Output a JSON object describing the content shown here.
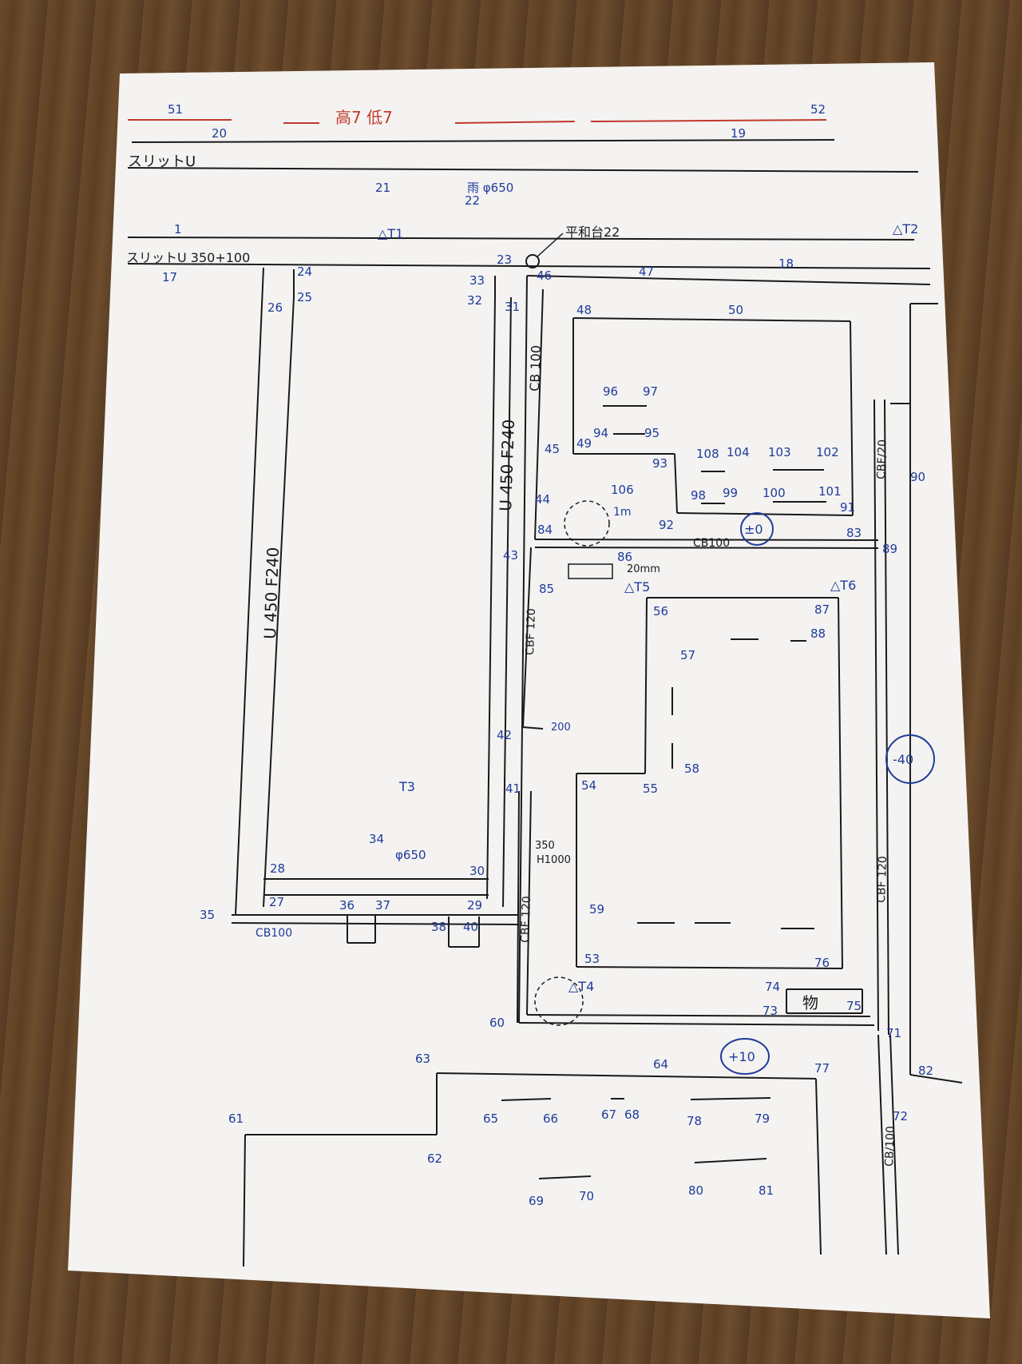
{
  "colors": {
    "paper": "#f4f3f1",
    "ink_black": "#1a1a1a",
    "ink_blue": "#1f3b9b",
    "ink_red": "#c0392b",
    "table": "#5c3f24"
  },
  "header": {
    "red_label": "高7 低7"
  },
  "labels": {
    "gutter_top": "スリットU",
    "gutter_main": "スリットU 350+100",
    "fire_hydrant": "平和台22",
    "rain_inlet": "雨 φ650",
    "rain_inlet_2": "φ650",
    "wall_left": "U 450 F240",
    "wall_mid": "U 450 F240",
    "cb100_a": "CB 100",
    "cb100_b": "CB100",
    "cb100_c": "CB100",
    "cb100_d": "CB/100",
    "cbf120_a": "CBF/20",
    "cbf120_b": "CBF 120",
    "cbf120_c": "CBF 120",
    "cbf120_d": "CBF 120",
    "tree_1m": "1m",
    "dim_20mm": "20mm",
    "dim_200": "200",
    "manhole_spec": "350",
    "manhole_spec_2": "H1000",
    "building": "物",
    "level_0": "±0",
    "level_m40": "-40",
    "level_p10": "+10"
  },
  "survey_points": {
    "T1": "△T1",
    "T2": "△T2",
    "T3": "T3",
    "T4": "△T4",
    "T5": "△T5",
    "T6": "△T6"
  },
  "points": {
    "p1": "1",
    "p17": "17",
    "p18": "18",
    "p19": "19",
    "p20": "20",
    "p21": "21",
    "p22": "22",
    "p23": "23",
    "p24": "24",
    "p25": "25",
    "p26": "26",
    "p27": "27",
    "p28": "28",
    "p29": "29",
    "p30": "30",
    "p31": "31",
    "p32": "32",
    "p33": "33",
    "p34": "34",
    "p35": "35",
    "p36": "36",
    "p37": "37",
    "p38": "38",
    "p40": "40",
    "p41": "41",
    "p42": "42",
    "p43": "43",
    "p44": "44",
    "p45": "45",
    "p46": "46",
    "p47": "47",
    "p48": "48",
    "p49": "49",
    "p50": "50",
    "p51": "51",
    "p52": "52",
    "p53": "53",
    "p54": "54",
    "p55": "55",
    "p56": "56",
    "p57": "57",
    "p58": "58",
    "p59": "59",
    "p60": "60",
    "p61": "61",
    "p62": "62",
    "p63": "63",
    "p64": "64",
    "p65": "65",
    "p66": "66",
    "p67": "67",
    "p68": "68",
    "p69": "69",
    "p70": "70",
    "p71": "71",
    "p72": "72",
    "p73": "73",
    "p74": "74",
    "p75": "75",
    "p76": "76",
    "p77": "77",
    "p78": "78",
    "p79": "79",
    "p80": "80",
    "p81": "81",
    "p82": "82",
    "p83": "83",
    "p84": "84",
    "p85": "85",
    "p86": "86",
    "p87": "87",
    "p88": "88",
    "p89": "89",
    "p90": "90",
    "p91": "91",
    "p92": "92",
    "p93": "93",
    "p94": "94",
    "p95": "95",
    "p96": "96",
    "p97": "97",
    "p98": "98",
    "p99": "99",
    "p100": "100",
    "p101": "101",
    "p102": "102",
    "p103": "103",
    "p104": "104",
    "p106": "106",
    "p108": "108"
  }
}
